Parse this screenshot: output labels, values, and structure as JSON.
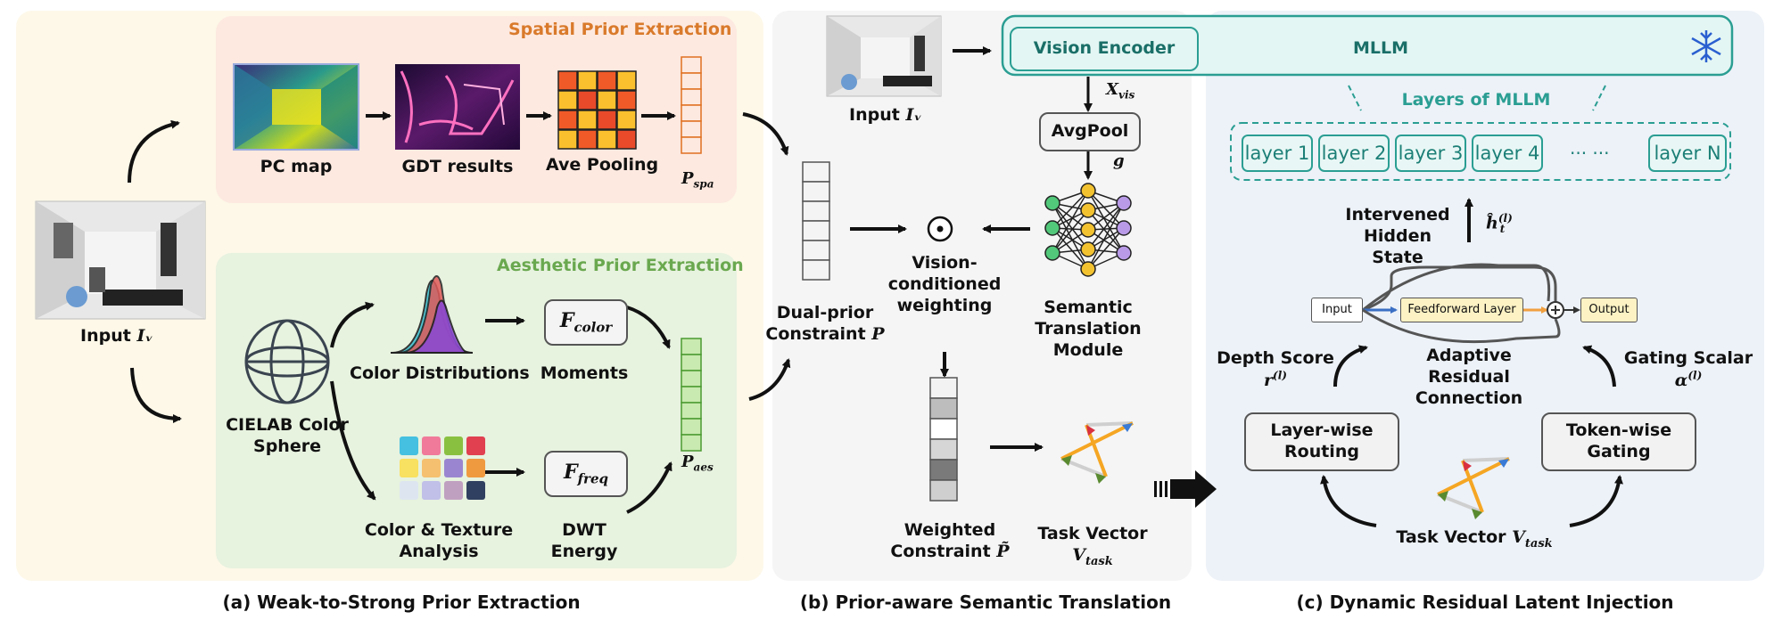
{
  "panel_a": {
    "caption": "(a) Weak-to-Strong Prior Extraction",
    "input_label": "Input",
    "input_symbol": "Iᵥ",
    "spatial": {
      "title": "Spatial Prior Extraction",
      "pc_map": "PC map",
      "gdt": "GDT results",
      "pool": "Ave Pooling",
      "p_spa": "P",
      "p_spa_sub": "spa"
    },
    "aesthetic": {
      "title": "Aesthetic Prior Extraction",
      "sphere": "CIELAB Color\nSphere",
      "color_dist": "Color Distributions",
      "moments": "Moments",
      "f_color": "F",
      "f_color_sub": "color",
      "texture": "Color & Texture\nAnalysis",
      "dwt": "DWT\nEnergy",
      "f_freq": "F",
      "f_freq_sub": "freq",
      "p_aes": "P",
      "p_aes_sub": "aes"
    }
  },
  "panel_b": {
    "caption": "(b) Prior-aware Semantic Translation",
    "input_label": "Input",
    "input_symbol": "Iᵥ",
    "x_vis": "X",
    "x_vis_sub": "vis",
    "avgpool": "AvgPool",
    "g": "g",
    "semantic": "Semantic\nTranslation\nModule",
    "dual_prior": "Dual-prior\nConstraint",
    "dual_prior_sym": "P",
    "odot": "⊙",
    "weighting": "Vision-\nconditioned\nweighting",
    "weighted": "Weighted\nConstraint",
    "weighted_sym": "P̃",
    "task_vector": "Task Vector",
    "task_vector_sym": "V",
    "task_vector_sub": "task"
  },
  "panel_c": {
    "caption": "(c) Dynamic Residual Latent Injection",
    "vision_encoder": "Vision Encoder",
    "mllm": "MLLM",
    "layers_title": "Layers of MLLM",
    "layers": [
      "layer 1",
      "layer 2",
      "layer 3",
      "layer 4",
      "···  ···",
      "layer N"
    ],
    "intervened": "Intervened\nHidden State",
    "h_sym": "ĥ",
    "h_sub": "t",
    "h_sup": "(l)",
    "input": "Input",
    "feedforward": "Feedforward Layer",
    "output": "Output",
    "adaptive": "Adaptive Residual\nConnection",
    "depth": "Depth Score",
    "depth_sym": "r",
    "depth_sup": "(l)",
    "gating": "Gating Scalar",
    "gating_sym": "α",
    "gating_sup": "(l)",
    "routing": "Layer-wise\nRouting",
    "token_gating": "Token-wise\nGating",
    "task_vector": "Task Vector",
    "task_vector_sym": "V",
    "task_vector_sub": "task"
  },
  "colors": {
    "spatial_bg": "#fde9e0",
    "spatial_title": "#d97a2b",
    "aesthetic_bg": "#e7f2df",
    "aesthetic_title": "#6aa84f",
    "teal": "#2b9e93",
    "panel_a_bg": "#fdf8e8",
    "panel_b_bg": "#f5f5f5",
    "panel_c_bg": "#edf2f8"
  }
}
